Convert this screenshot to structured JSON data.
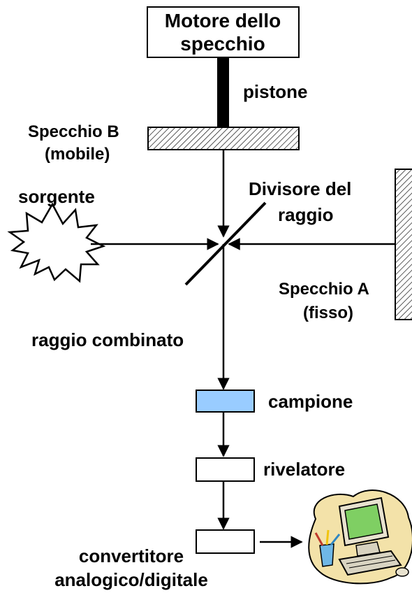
{
  "labels": {
    "motor_line1": "Motore dello",
    "motor_line2": "specchio",
    "piston": "pistone",
    "mirror_b_line1": "Specchio B",
    "mirror_b_line2": "(mobile)",
    "source": "sorgente",
    "splitter_line1": "Divisore del",
    "splitter_line2": "raggio",
    "mirror_a_line1": "Specchio A",
    "mirror_a_line2": "(fisso)",
    "combined_beam": "raggio combinato",
    "sample": "campione",
    "detector": "rivelatore",
    "converter_line1": "convertitore",
    "converter_line2": "analogico/digitale"
  },
  "colors": {
    "sample_fill": "#99ccff",
    "line": "#000000",
    "computer_blob": "#f3e2a9",
    "screen": "#7fcf63"
  },
  "icons": {
    "source": "starburst-icon",
    "computer": "computer-icon"
  }
}
